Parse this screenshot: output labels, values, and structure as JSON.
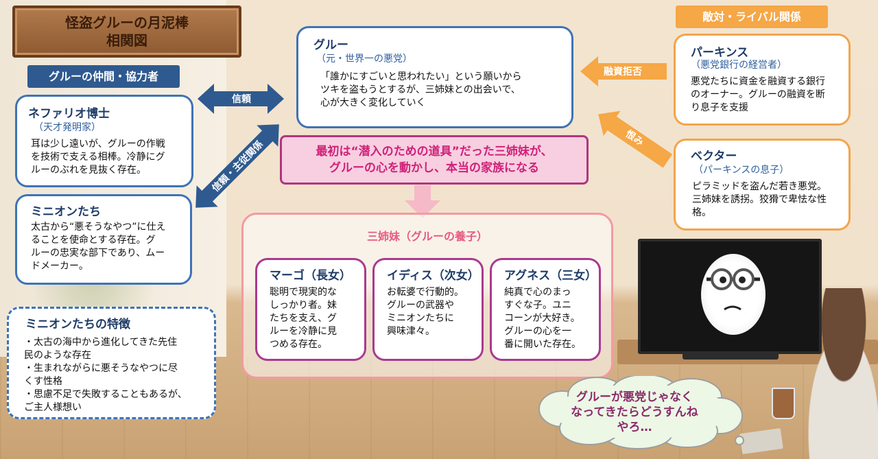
{
  "title": {
    "line1": "怪盗グルーの月泥棒",
    "line2": "相関図"
  },
  "allies_label": "グルーの仲間・協力者",
  "rivals_label": "敵対・ライバル関係",
  "gru": {
    "name": "グルー",
    "sub": "（元・世界一の悪党）",
    "desc": [
      "「誰かにすごいと思われたい」という願いから",
      "ツキを盗もうとするが、三姉妹との出会いで、",
      "心が大きく変化していく"
    ]
  },
  "nefario": {
    "name": "ネファリオ博士",
    "sub": "（天才発明家）",
    "desc": [
      "耳は少し遠いが、グルーの作戦",
      "を技術で支える相棒。冷静にグ",
      "ルーのぶれを見抜く存在。"
    ]
  },
  "minions": {
    "name": "ミニオンたち",
    "desc": [
      "太古から“悪そうなやつ”に仕え",
      "ることを使命とする存在。グ",
      "ルーの忠実な部下であり、ムー",
      "ドメーカー。"
    ]
  },
  "perkins": {
    "name": "パーキンス",
    "sub": "（悪党銀行の経営者）",
    "desc": [
      "悪党たちに資金を融資する銀行",
      "のオーナー。グルーの融資を断",
      "り息子を支援"
    ]
  },
  "vector": {
    "name": "ベクター",
    "sub": "（パーキンスの息子）",
    "desc": [
      "ピラミッドを盗んだ若き悪党。",
      "三姉妹を誘拐。狡猾で卑怯な性",
      "格。"
    ]
  },
  "banner": {
    "line1": "最初は“潜入のための道具”だった三姉妹が、",
    "line2": "グルーの心を動かし、本当の家族になる"
  },
  "sisters": {
    "title": "三姉妹（グルーの養子）",
    "items": [
      {
        "name": "マーゴ（長女）",
        "desc": [
          "聡明で現実的な",
          "しっかり者。妹",
          "たちを支え、グ",
          "ルーを冷静に見",
          "つめる存在。"
        ]
      },
      {
        "name": "イディス（次女）",
        "desc": [
          "お転婆で行動的。",
          "グルーの武器や",
          "ミニオンたちに",
          "興味津々。"
        ]
      },
      {
        "name": "アグネス（三女）",
        "desc": [
          "純真で心のまっ",
          "すぐな子。ユニ",
          "コーンが大好き。",
          "グルーの心を一",
          "番に開いた存在。"
        ]
      }
    ]
  },
  "traits": {
    "title": "ミニオンたちの特徴",
    "items": [
      "・太古の海中から進化してきた先住",
      "民のような存在",
      "・生まれながらに悪そうなやつに尽",
      "くす性格",
      "・思慮不足で失敗することもあるが、",
      "ご主人様想い"
    ]
  },
  "arrows": {
    "trust": "信頼",
    "trust_master": "信頼・主従関係",
    "loan_refusal": "融資拒否",
    "grudge": "恨み"
  },
  "thought": {
    "lines": [
      "グルーが悪党じゃなく",
      "なってきたらどうすんね",
      "やろ…"
    ]
  },
  "colors": {
    "blue": "#3f73b5",
    "navy": "#2f5a8f",
    "orange": "#f6a746",
    "pink": "#d0217a",
    "purple": "#a93a8f"
  }
}
